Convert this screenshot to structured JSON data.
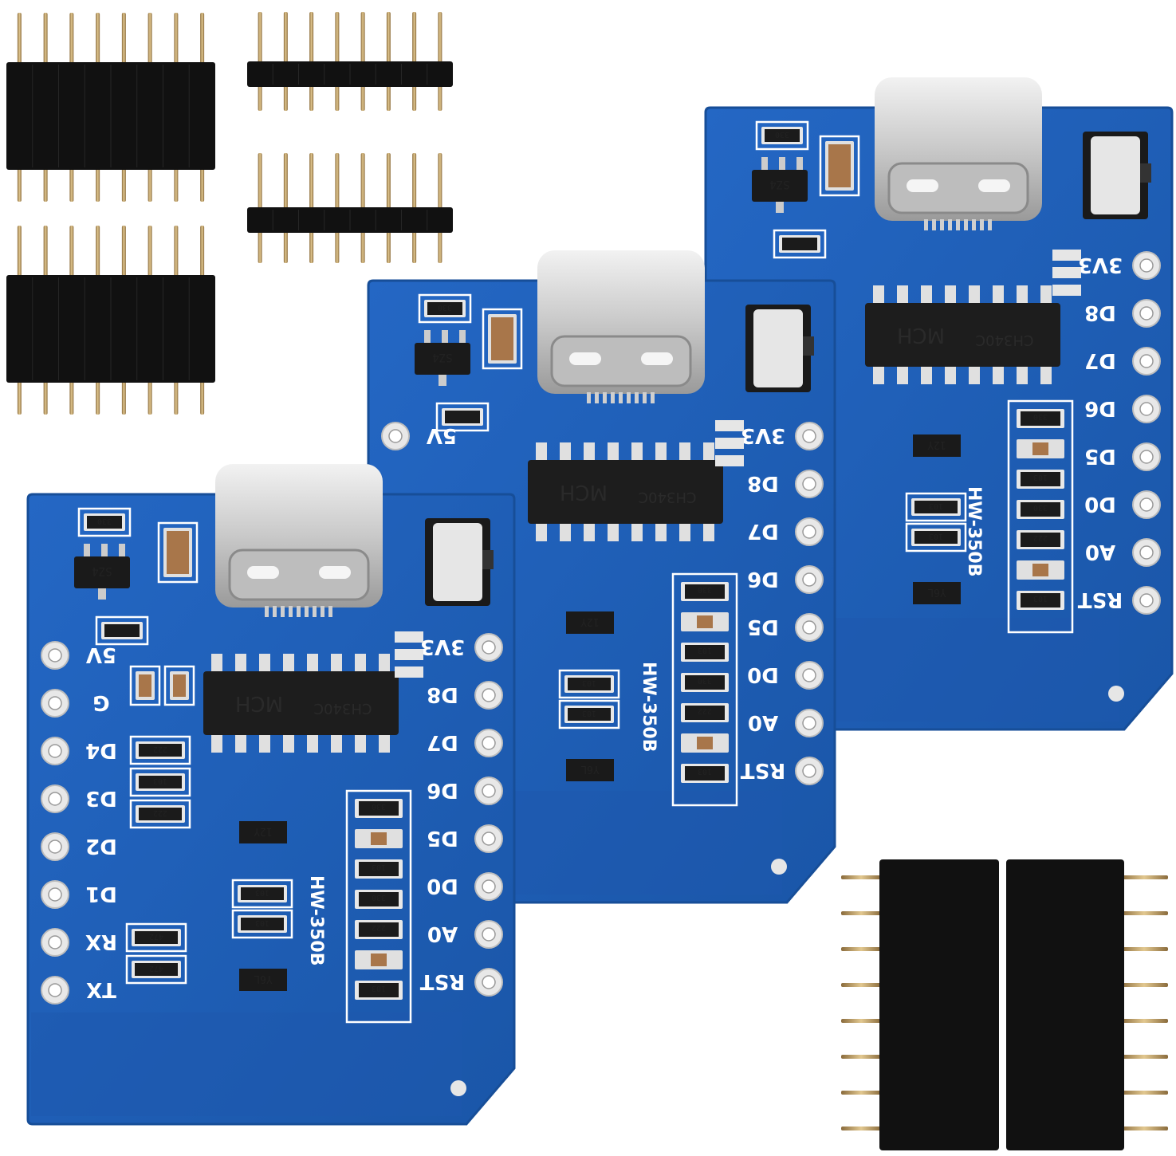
{
  "colors": {
    "background": "#ffffff",
    "pcb_blue": "#1c5fb8",
    "pcb_edge": "#174e98",
    "silkscreen": "#ffffff",
    "chip_black": "#1d1d1d",
    "header_black": "#111111",
    "pin_gold": "#c9a86a",
    "usb_silver": "#d9d9d9"
  },
  "boards": [
    {
      "id": "front",
      "model": "HW-350B",
      "chip_top": "MCH",
      "chip_model": "CH340C",
      "regulator": "SZ4",
      "diode": "12Y",
      "res_a": "103",
      "res_b": "330",
      "res_c": "222",
      "res_d": "472",
      "pins_right": [
        "3V3",
        "D8",
        "D7",
        "D6",
        "D5",
        "D0",
        "A0",
        "RST"
      ],
      "pins_left": [
        "5V",
        "G",
        "D4",
        "D3",
        "D2",
        "D1",
        "RX",
        "TX"
      ]
    },
    {
      "id": "middle",
      "model": "HW-350B",
      "chip_top": "MCH",
      "chip_model": "CH340C",
      "regulator": "SZ4",
      "diode": "12Y",
      "res_a": "103",
      "res_b": "330",
      "res_c": "222",
      "pins_right": [
        "3V3",
        "D8",
        "D7",
        "D6",
        "D5",
        "D0",
        "A0",
        "RST"
      ],
      "pins_left": [
        "5V"
      ]
    },
    {
      "id": "back",
      "model": "HW-350B",
      "chip_top": "MCH",
      "chip_model": "CH340C",
      "regulator": "SZ4",
      "diode": "12Y",
      "res_a": "103",
      "res_b": "330",
      "res_c": "222",
      "pins_right": [
        "3V3",
        "D8",
        "D7",
        "D6",
        "D5",
        "D0",
        "A0",
        "RST"
      ],
      "pins_left": []
    }
  ],
  "headers": [
    {
      "type": "male-long",
      "pins": 8
    },
    {
      "type": "male-long",
      "pins": 8
    },
    {
      "type": "male-short",
      "pins": 8
    },
    {
      "type": "male-short",
      "pins": 8
    },
    {
      "type": "female",
      "pins": 8
    },
    {
      "type": "female",
      "pins": 8
    }
  ]
}
